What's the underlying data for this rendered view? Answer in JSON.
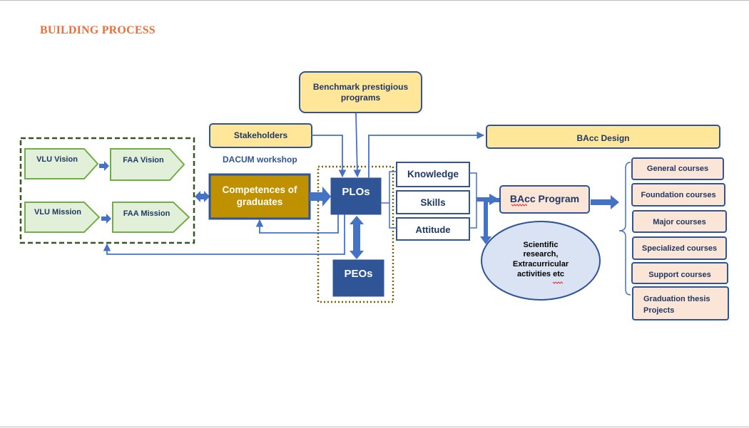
{
  "title": "BUILDING PROCESS",
  "nodes": {
    "vlu_vision": "VLU Vision",
    "faa_vision": "FAA Vision",
    "vlu_mission": "VLU Mission",
    "faa_mission": "FAA Mission",
    "stakeholders": "Stakeholders",
    "dacum": "DACUM workshop",
    "benchmark": "Benchmark prestigious programs",
    "competences": "Competences of graduates",
    "plos": "PLOs",
    "peos": "PEOs",
    "knowledge": "Knowledge",
    "skills": "Skills",
    "attitude": "Attitude",
    "bacc_design": "BAcc Design",
    "bacc_program": "BAcc Program",
    "research": "Scientific research, Extracurricular activities etc"
  },
  "courses": [
    "General courses",
    "Foundation courses",
    "Major  courses",
    "Specialized courses",
    "Support courses",
    "Graduation thesis Projects"
  ],
  "colors": {
    "title": "#e8703a",
    "navy": "#2f5597",
    "blue_text": "#1f3864",
    "green_border": "#70ad47",
    "green_fill": "#e2f0d9",
    "yellow_fill": "#ffe699",
    "gold_fill": "#bf9000",
    "pink_fill": "#fbe5d6",
    "ellipse_fill": "#dae3f3",
    "dashed_green": "#375623",
    "dotted_brown": "#7f6000"
  }
}
